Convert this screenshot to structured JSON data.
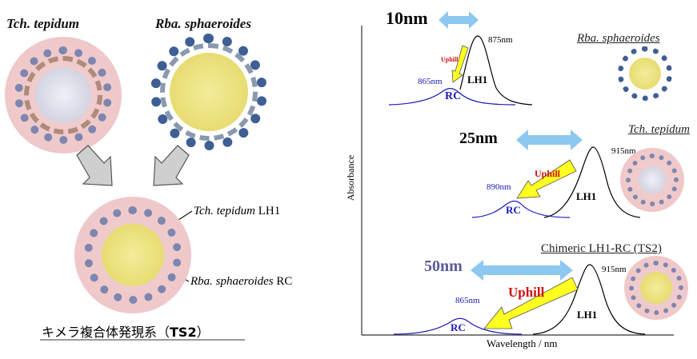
{
  "left": {
    "species_a": "Tch. tepidum",
    "species_b": "Rba. sphaeroides",
    "label_lh1_species": "Tch. tepidum",
    "label_lh1": "LH1",
    "label_rc_species": "Rba. sphaeroides",
    "label_rc": "RC",
    "caption_main": "キメラ複合体発現系（",
    "caption_bold": "TS2",
    "caption_end": "）"
  },
  "right": {
    "y_axis": "Absorbance",
    "x_axis": "Wavelength  / nm",
    "panels": [
      {
        "species": "Rba. sphaeroides",
        "gap": "10nm",
        "lh1_peak": "875nm",
        "rc_peak": "865nm",
        "lh1": "LH1",
        "rc": "RC",
        "uphill": "Uphill"
      },
      {
        "species": "Tch. tepidum",
        "gap": "25nm",
        "lh1_peak": "915nm",
        "rc_peak": "890nm",
        "lh1": "LH1",
        "rc": "RC",
        "uphill": "Uphill"
      },
      {
        "species": "Chimeric LH1-RC (TS2)",
        "gap": "50nm",
        "lh1_peak": "915nm",
        "rc_peak": "865nm",
        "lh1": "LH1",
        "rc": "RC",
        "uphill": "Uphill"
      }
    ]
  },
  "colors": {
    "arrow_blue": "#8cc8f0",
    "uphill_red": "#d01010",
    "arrow_yellow": "#ffff20",
    "rc_blue": "#1a1ab8",
    "gap_purple": "#5a5a9a"
  }
}
